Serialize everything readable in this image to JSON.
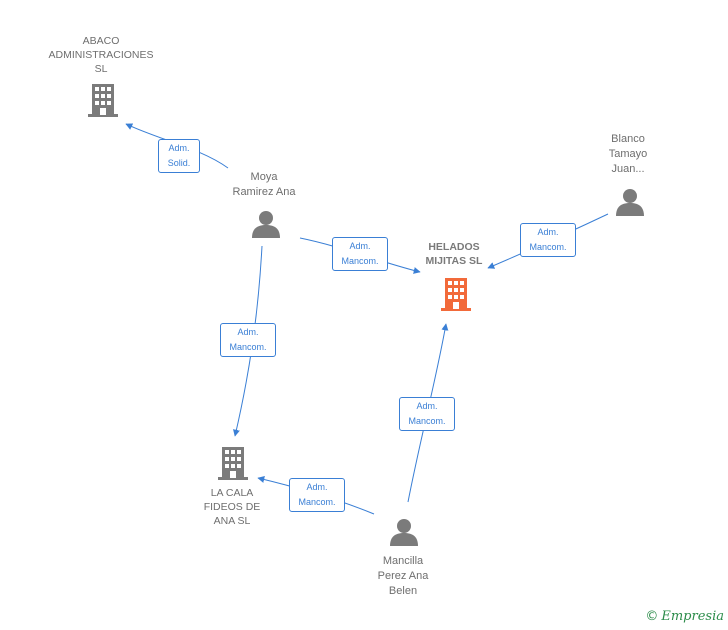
{
  "nodes": {
    "abaco": {
      "label": "ABACO\nADMINISTRACIONES\nSL",
      "icon": "building-icon"
    },
    "moya": {
      "label": "Moya\nRamirez Ana",
      "icon": "person-icon"
    },
    "helados": {
      "label": "HELADOS\nMIJITAS  SL",
      "icon": "building-icon"
    },
    "blanco": {
      "label": "Blanco\nTamayo\nJuan...",
      "icon": "person-icon"
    },
    "la_cala": {
      "label": "LA CALA\nFIDEOS DE\nANA  SL",
      "icon": "building-icon"
    },
    "mancilla": {
      "label": "Mancilla\nPerez Ana\nBelen",
      "icon": "person-icon"
    }
  },
  "edges": {
    "moya_abaco": "Adm.\nSolid.",
    "moya_helados": "Adm.\nMancom.",
    "blanco_helados": "Adm.\nMancom.",
    "moya_lacala": "Adm.\nMancom.",
    "mancilla_helados": "Adm.\nMancom.",
    "mancilla_lacala": "Adm.\nMancom."
  },
  "colors": {
    "edge": "#3a7fd5",
    "node_gray": "#7b7b7b",
    "focus_company": "#f26a3a",
    "brand": "#2c8c4a"
  },
  "brand": {
    "copyright": "©",
    "name": "Empresia"
  }
}
